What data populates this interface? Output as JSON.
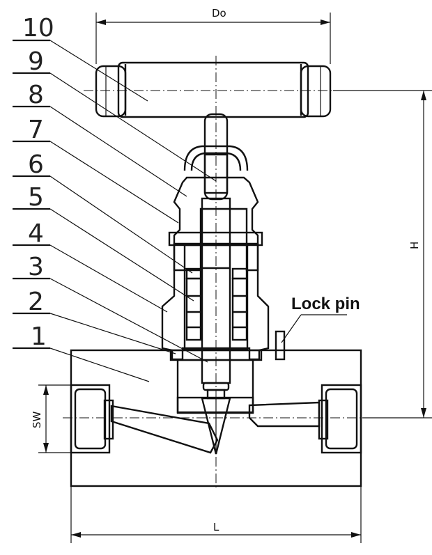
{
  "part_numbers": [
    "10",
    "9",
    "8",
    "7",
    "6",
    "5",
    "4",
    "3",
    "2",
    "1"
  ],
  "dimensions": {
    "handle_length": "Do",
    "height": "H",
    "hex_size": "SW",
    "body_length": "L"
  },
  "callouts": {
    "lock_pin": "Lock pin"
  }
}
